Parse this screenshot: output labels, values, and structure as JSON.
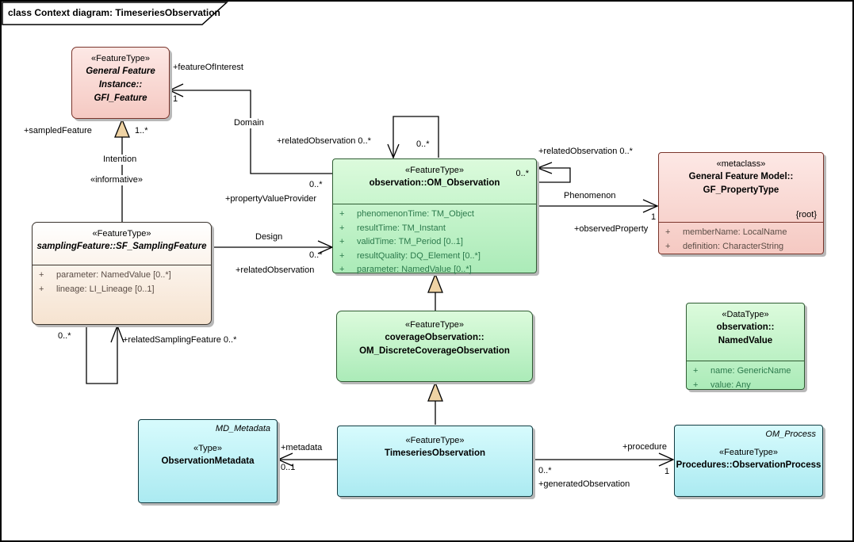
{
  "frame": {
    "title": "class Context diagram: TimeseriesObservation"
  },
  "classes": {
    "gfi_feature": {
      "stereotype": "«FeatureType»",
      "name_lines": [
        "General Feature",
        "Instance::",
        "GFI_Feature"
      ]
    },
    "om_observation": {
      "stereotype": "«FeatureType»",
      "name": "observation::OM_Observation",
      "corner_multiplicity": "0..*",
      "attributes": [
        {
          "vis": "+",
          "text": "phenomenonTime: TM_Object"
        },
        {
          "vis": "+",
          "text": "resultTime: TM_Instant"
        },
        {
          "vis": "+",
          "text": "validTime: TM_Period [0..1]"
        },
        {
          "vis": "+",
          "text": "resultQuality: DQ_Element [0..*]"
        },
        {
          "vis": "+",
          "text": "parameter: NamedValue [0..*]"
        }
      ]
    },
    "gf_propertytype": {
      "stereotype": "«metaclass»",
      "name_lines": [
        "General Feature Model::",
        "GF_PropertyType"
      ],
      "tag": "{root}",
      "attributes": [
        {
          "vis": "+",
          "text": "memberName: LocalName"
        },
        {
          "vis": "+",
          "text": "definition: CharacterString"
        }
      ]
    },
    "sf_samplingfeature": {
      "stereotype": "«FeatureType»",
      "name": "samplingFeature::SF_SamplingFeature",
      "attributes": [
        {
          "vis": "+",
          "text": "parameter: NamedValue [0..*]"
        },
        {
          "vis": "+",
          "text": "lineage: LI_Lineage [0..1]"
        }
      ]
    },
    "om_discretecoverageobservation": {
      "stereotype": "«FeatureType»",
      "name_lines": [
        "coverageObservation::",
        "OM_DiscreteCoverageObservation"
      ]
    },
    "namedvalue": {
      "stereotype": "«DataType»",
      "name_lines": [
        "observation::",
        "NamedValue"
      ],
      "attributes": [
        {
          "vis": "+",
          "text": "name: GenericName"
        },
        {
          "vis": "+",
          "text": "value: Any"
        }
      ]
    },
    "timeseriesobservation": {
      "stereotype": "«FeatureType»",
      "name": "TimeseriesObservation"
    },
    "observationmetadata": {
      "classifier": "MD_Metadata",
      "stereotype": "«Type»",
      "name": "ObservationMetadata"
    },
    "observationprocess": {
      "classifier": "OM_Process",
      "stereotype": "«FeatureType»",
      "name": "Procedures::ObservationProcess"
    }
  },
  "connector_labels": {
    "feature_of_interest": "+featureOfInterest",
    "feature_of_interest_mult": "1",
    "domain": "Domain",
    "property_value_provider_mult": "0..*",
    "property_value_provider": "+propertyValueProvider",
    "design": "Design",
    "design_mult": "0..*",
    "related_observation": "+relatedObservation",
    "sampled_feature": "+sampledFeature",
    "sampled_feature_mult": "1..*",
    "intention": "Intention",
    "informative": "«informative»",
    "related_observation_top": "+relatedObservation 0..*",
    "related_observation_top_mult": "0..*",
    "related_observation_right": "+relatedObservation 0..*",
    "phenomenon": "Phenomenon",
    "phenomenon_mult": "1",
    "observed_property": "+observedProperty",
    "sampling_loop_mult": "0..*",
    "related_sampling_feature": "+relatedSamplingFeature 0..*",
    "metadata": "+metadata",
    "metadata_mult": "0..1",
    "procedure": "+procedure",
    "procedure_mult": "1",
    "generated_observation_mult": "0..*",
    "generated_observation": "+generatedObservation"
  },
  "colors": {
    "pink_top": "#fde8e5",
    "pink_bottom": "#f5c9c2",
    "pink_border": "#7a352c",
    "green_top": "#dcfbdc",
    "green_bottom": "#abebb8",
    "green_border": "#2f5c33",
    "green_attr_text": "#2c7a4c",
    "cyan_top": "#d7fbfd",
    "cyan_bottom": "#abeaf1",
    "cyan_border": "#123c42",
    "sf_top": "#ffffff",
    "sf_bottom": "#f6e3d0",
    "sf_border": "#3a332c",
    "neutral_attr_text": "#5a4c45",
    "triangle_fill": "#efd3a4",
    "shadow": "#b8b8b8",
    "line": "#000000"
  }
}
